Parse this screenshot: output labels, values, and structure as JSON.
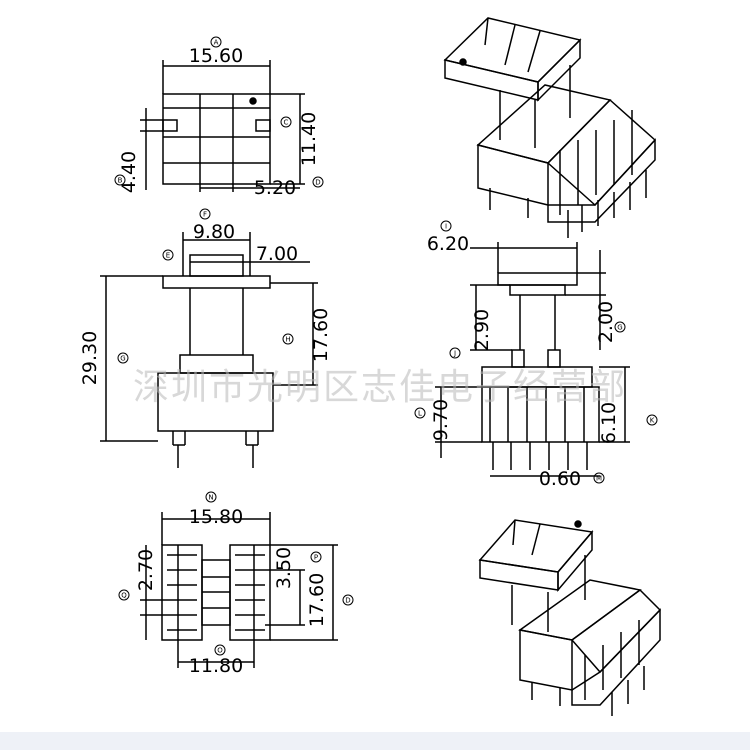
{
  "watermark": "深圳市光明区志佳电子经营部",
  "colors": {
    "line": "#000000",
    "watermark": "#b9b9b9",
    "footer": "#eef1f7"
  },
  "top_view": {
    "width": {
      "value": "15.60",
      "marker": "A"
    },
    "height": {
      "value": "11.40",
      "marker": "C"
    },
    "slot": {
      "value": "4.40",
      "marker": "B"
    },
    "gap": {
      "value": "5.20",
      "marker": "D"
    }
  },
  "front_view": {
    "flange": {
      "value": "9.80",
      "marker": "F"
    },
    "inner": {
      "value": "7.00",
      "marker": "E"
    },
    "total_height": {
      "value": "29.30",
      "marker": "G"
    },
    "winding_height": {
      "value": "17.60",
      "marker": "H"
    }
  },
  "side_view": {
    "top": {
      "value": "6.20",
      "marker": "I"
    },
    "upper": {
      "value": "2.90",
      "marker": "J"
    },
    "step": {
      "value": "2.00",
      "marker": "G"
    },
    "base": {
      "value": "9.70",
      "marker": "L"
    },
    "pin_len": {
      "value": "6.10",
      "marker": "K"
    },
    "pin_dia": {
      "value": "0.60",
      "marker": "M"
    }
  },
  "bottom_view": {
    "outer_width": {
      "value": "15.80",
      "marker": "N"
    },
    "inner_width": {
      "value": "11.80",
      "marker": "O"
    },
    "pitch": {
      "value": "2.70",
      "marker": "Q"
    },
    "pin_row": {
      "value": "3.50",
      "marker": "P"
    },
    "depth": {
      "value": "17.60",
      "marker": "D"
    }
  }
}
